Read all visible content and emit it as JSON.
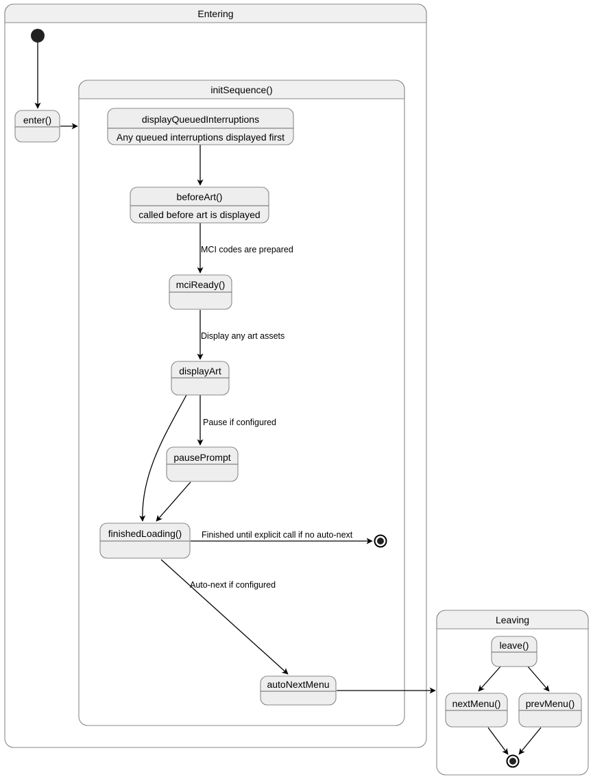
{
  "diagram": {
    "type": "uml-state-machine",
    "colors": {
      "composite_header_fill": "#f0f0f0",
      "composite_frame_fill": "#ffffff",
      "state_fill": "#eeeeee",
      "border": "#888888",
      "edge": "#000000",
      "node_black": "#222222"
    },
    "composites": [
      {
        "id": "entering",
        "title": "Entering"
      },
      {
        "id": "initsequence",
        "title": "initSequence()"
      },
      {
        "id": "leaving",
        "title": "Leaving"
      }
    ],
    "states": [
      {
        "id": "enter",
        "title": "enter()",
        "body": ""
      },
      {
        "id": "displayQueuedInterruptions",
        "title": "displayQueuedInterruptions",
        "body": "Any queued interruptions displayed first"
      },
      {
        "id": "beforeArt",
        "title": "beforeArt()",
        "body": "called before art is displayed"
      },
      {
        "id": "mciReady",
        "title": "mciReady()",
        "body": ""
      },
      {
        "id": "displayArt",
        "title": "displayArt",
        "body": ""
      },
      {
        "id": "pausePrompt",
        "title": "pausePrompt",
        "body": ""
      },
      {
        "id": "finishedLoading",
        "title": "finishedLoading()",
        "body": ""
      },
      {
        "id": "autoNextMenu",
        "title": "autoNextMenu",
        "body": ""
      },
      {
        "id": "leave",
        "title": "leave()",
        "body": ""
      },
      {
        "id": "nextMenu",
        "title": "nextMenu()",
        "body": ""
      },
      {
        "id": "prevMenu",
        "title": "prevMenu()",
        "body": ""
      }
    ],
    "pseudostates": [
      {
        "id": "start-entering",
        "kind": "initial-state"
      },
      {
        "id": "end-initsequence",
        "kind": "final-state"
      },
      {
        "id": "end-leaving",
        "kind": "final-state"
      }
    ],
    "transitions": [
      {
        "id": "t1",
        "from": "start-entering",
        "to": "enter",
        "label": ""
      },
      {
        "id": "t2",
        "from": "enter",
        "to": "initsequence",
        "label": ""
      },
      {
        "id": "t3",
        "from": "displayQueuedInterruptions",
        "to": "beforeArt",
        "label": ""
      },
      {
        "id": "t4",
        "from": "beforeArt",
        "to": "mciReady",
        "label": "MCI codes are prepared"
      },
      {
        "id": "t5",
        "from": "mciReady",
        "to": "displayArt",
        "label": "Display any art assets"
      },
      {
        "id": "t6",
        "from": "displayArt",
        "to": "pausePrompt",
        "label": "Pause if configured"
      },
      {
        "id": "t7",
        "from": "displayArt",
        "to": "finishedLoading",
        "label": ""
      },
      {
        "id": "t8",
        "from": "pausePrompt",
        "to": "finishedLoading",
        "label": ""
      },
      {
        "id": "t9",
        "from": "finishedLoading",
        "to": "end-initsequence",
        "label": "Finished until explicit call if no auto-next"
      },
      {
        "id": "t10",
        "from": "finishedLoading",
        "to": "autoNextMenu",
        "label": "Auto-next if configured"
      },
      {
        "id": "t11",
        "from": "autoNextMenu",
        "to": "leaving",
        "label": ""
      },
      {
        "id": "t12",
        "from": "leave",
        "to": "nextMenu",
        "label": ""
      },
      {
        "id": "t13",
        "from": "leave",
        "to": "prevMenu",
        "label": ""
      },
      {
        "id": "t14",
        "from": "nextMenu",
        "to": "end-leaving",
        "label": ""
      },
      {
        "id": "t15",
        "from": "prevMenu",
        "to": "end-leaving",
        "label": ""
      }
    ]
  }
}
